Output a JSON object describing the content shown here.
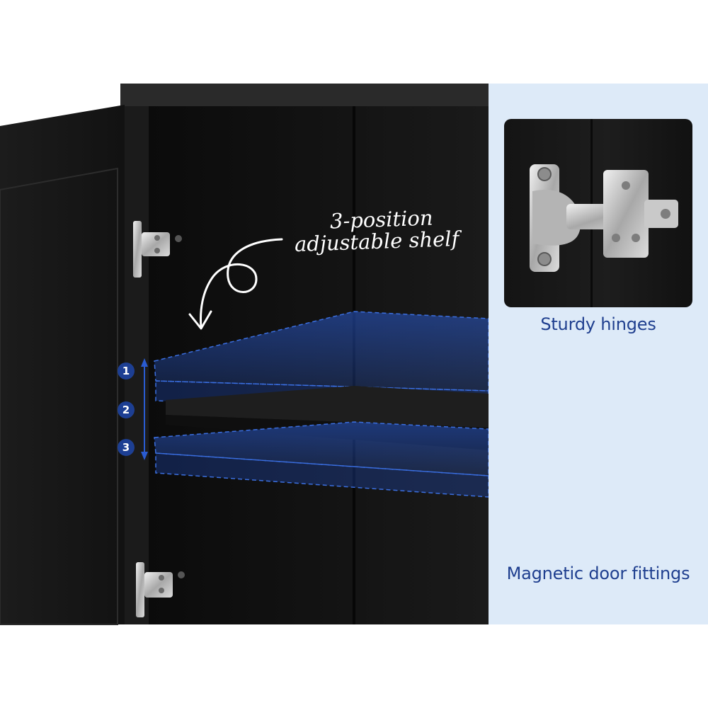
{
  "annotation": {
    "line1": "3-position",
    "line2": "adjustable shelf"
  },
  "shelf_positions": [
    "1",
    "2",
    "3"
  ],
  "features": [
    {
      "caption": "Sturdy hinges",
      "icon": "hinge-closeup-photo"
    },
    {
      "caption": "Magnetic door fittings",
      "icon": "magnet-catch-closeup-photo"
    }
  ],
  "colors": {
    "panel_background": "#ddeaf8",
    "caption_text": "#1f3f8f",
    "cabinet_black": "#151515",
    "shelf_highlight": "#2a5bd0",
    "badge_fill": "#1d3f93"
  }
}
